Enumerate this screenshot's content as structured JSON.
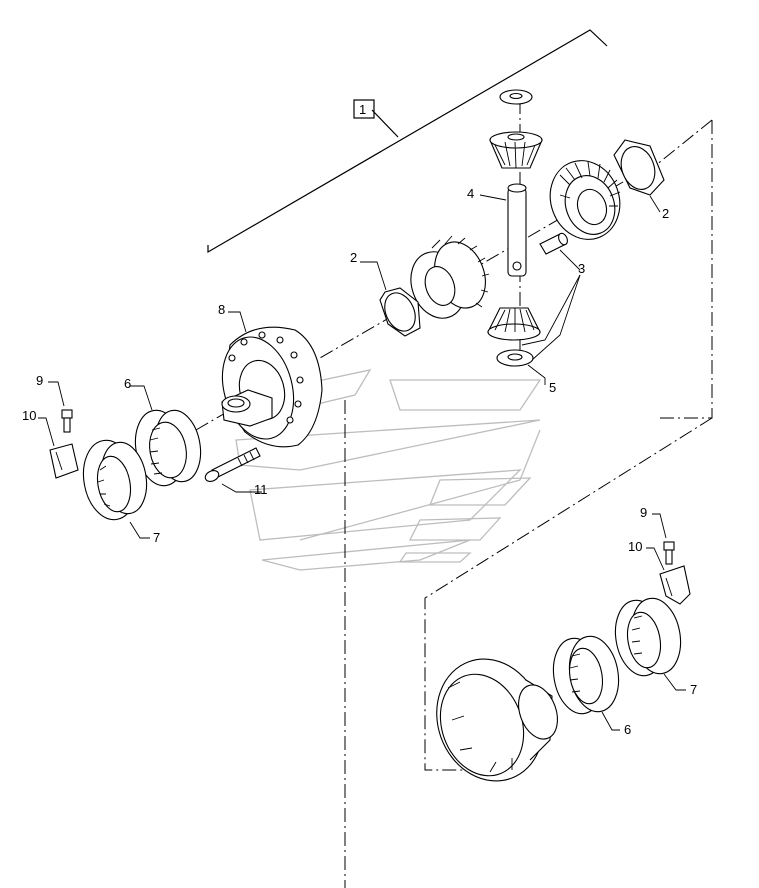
{
  "callouts": {
    "assembly": "1",
    "thrust_washer_upper": "2",
    "thrust_washer_left": "2",
    "roll_pin": "3",
    "cross_shaft": "4",
    "washer": "5",
    "bearing_left": "6",
    "bearing_right": "6",
    "bearing_cup_left": "7",
    "bearing_cup_right": "7",
    "housing": "8",
    "bolt_left": "9",
    "bolt_right": "9",
    "lock_plate_left": "10",
    "lock_plate_right": "10",
    "cap_screw": "11"
  }
}
